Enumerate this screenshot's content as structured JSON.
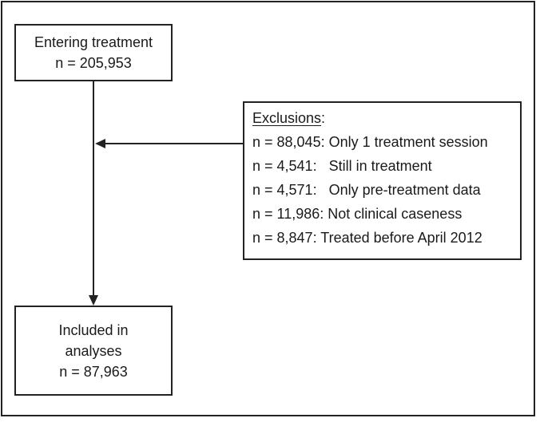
{
  "entering": {
    "line1": "Entering treatment",
    "line2": "n = 205,953"
  },
  "exclusions": {
    "title": "Exclusions",
    "colon": ":",
    "items": [
      "n = 88,045: Only 1 treatment session",
      "n = 4,541:   Still in treatment",
      "n = 4,571:   Only pre-treatment data",
      "n = 11,986: Not clinical caseness",
      "n = 8,847: Treated before April 2012"
    ]
  },
  "included": {
    "line1": "Included in",
    "line2": "analyses",
    "line3": "n = 87,963"
  }
}
